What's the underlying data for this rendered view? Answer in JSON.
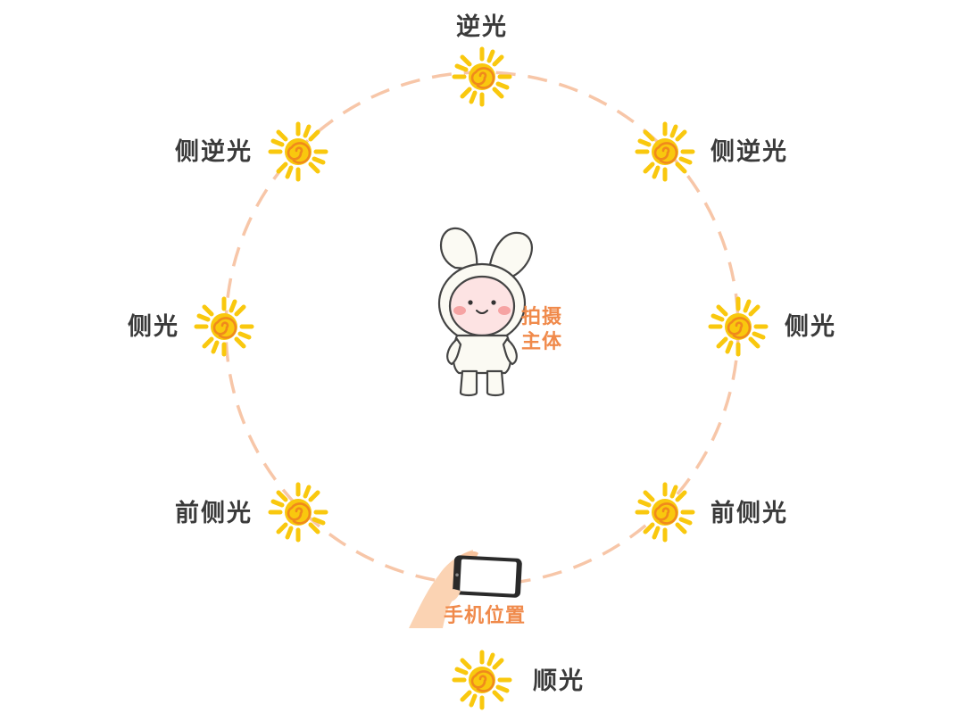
{
  "diagram": {
    "subject_label_line1": "拍摄",
    "subject_label_line2": "主体",
    "phone_label": "手机位置",
    "positions": [
      {
        "key": "back",
        "label": "逆光"
      },
      {
        "key": "back-side-left",
        "label": "侧逆光"
      },
      {
        "key": "back-side-right",
        "label": "侧逆光"
      },
      {
        "key": "side-left",
        "label": "侧光"
      },
      {
        "key": "side-right",
        "label": "侧光"
      },
      {
        "key": "front-side-left",
        "label": "前侧光"
      },
      {
        "key": "front-side-right",
        "label": "前侧光"
      },
      {
        "key": "front",
        "label": "顺光"
      }
    ],
    "icons": [
      "sun-icon",
      "mascot-icon",
      "phone-icon",
      "hand-icon"
    ],
    "colors": {
      "circle": "#f7c6a8",
      "sun": "#f9c80e",
      "sun_swirl": "#f08a1c",
      "label": "#3a3a3a",
      "accent": "#f08a4b"
    }
  }
}
